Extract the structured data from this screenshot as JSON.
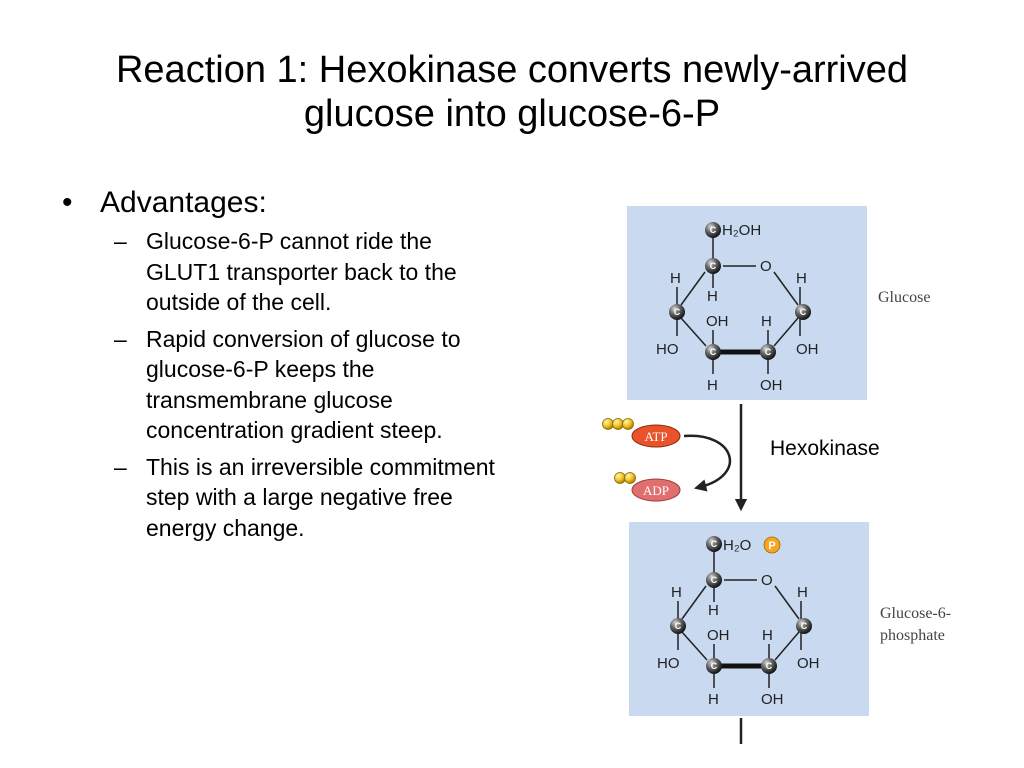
{
  "slide": {
    "title_line1": "Reaction 1: Hexokinase converts newly-arrived",
    "title_line2": "glucose into glucose-6-P",
    "bullet": "Advantages:",
    "subpoints": [
      "Glucose-6-P cannot ride the GLUT1 transporter back to the outside of the cell.",
      "Rapid conversion of glucose to glucose-6-P keeps the transmembrane glucose concentration gradient steep.",
      "This is an irreversible commitment step with a large negative free energy change."
    ]
  },
  "figure": {
    "panel_color": "#c8d9f0",
    "atom_c": "C",
    "ring_o": "O",
    "ring_h": "H",
    "ring_oh": "OH",
    "ring_ho": "HO",
    "glucose": {
      "label": "Glucose",
      "ch2oh": "H₂OH"
    },
    "g6p": {
      "label_line1": "Glucose-6-",
      "label_line2": "phosphate",
      "ch2o": "H₂O",
      "phosphate": "P",
      "phosphate_color": "#f5a623"
    },
    "atp": {
      "label": "ATP",
      "color": "#e8532a"
    },
    "adp": {
      "label": "ADP",
      "color": "#e07070"
    },
    "enzyme": "Hexokinase"
  }
}
